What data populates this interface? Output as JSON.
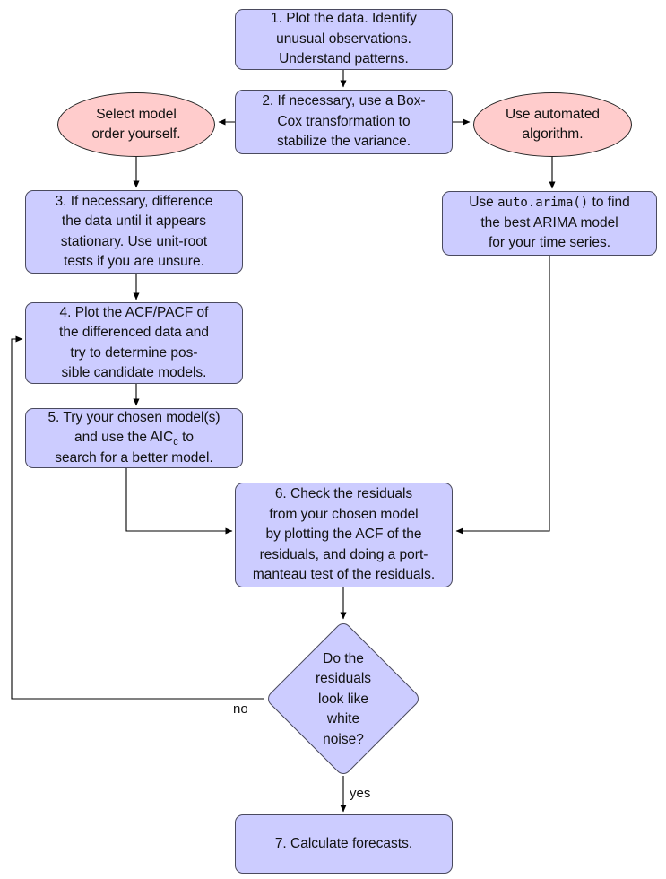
{
  "nodes": {
    "box1": {
      "lines": [
        "1. Plot the data. Identify",
        "unusual observations.",
        "Understand patterns."
      ]
    },
    "box2": {
      "lines": [
        "2. If necessary, use a Box-",
        "Cox transformation to",
        "stabilize the variance."
      ]
    },
    "ellipse_left": {
      "lines": [
        "Select model",
        "order yourself."
      ]
    },
    "ellipse_right": {
      "lines": [
        "Use automated",
        "algorithm."
      ]
    },
    "box3": {
      "lines": [
        "3. If necessary, difference",
        "the data until it appears",
        "stationary. Use unit-root",
        "tests if you are unsure."
      ]
    },
    "box_auto": {
      "line1_prefix": "Use ",
      "line1_code": "auto.arima()",
      "line1_suffix": " to find",
      "lines": [
        "the best ARIMA model",
        "for your time series."
      ]
    },
    "box4": {
      "lines": [
        "4. Plot the ACF/PACF of",
        "the differenced data and",
        "try to determine pos-",
        "sible candidate models."
      ]
    },
    "box5": {
      "line1": "5. Try your chosen model(s)",
      "line2_prefix": "and use the AIC",
      "line2_sub": "c",
      "line2_suffix": " to",
      "line3": "search for a better model."
    },
    "box6": {
      "lines": [
        "6. Check the residuals",
        "from your chosen model",
        "by plotting the ACF of the",
        "residuals, and doing a port-",
        "manteau test of the residuals."
      ]
    },
    "diamond": {
      "lines": [
        "Do the",
        "residuals",
        "look like",
        "white",
        "noise?"
      ]
    },
    "box7": {
      "label": "7. Calculate forecasts."
    }
  },
  "edge_labels": {
    "no": "no",
    "yes": "yes"
  },
  "colors": {
    "process_fill": "#ccccff",
    "process_border": "#4a4a5e",
    "terminal_fill": "#ffcccc",
    "terminal_border": "#222222",
    "line": "#000000",
    "text": "#111111",
    "background": "#ffffff"
  }
}
